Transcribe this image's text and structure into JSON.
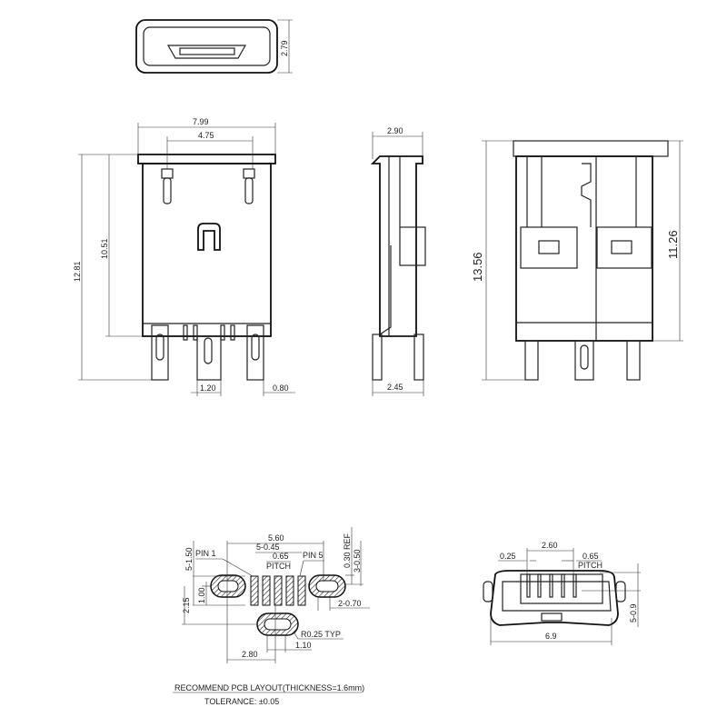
{
  "top_view": {
    "height": "2.79"
  },
  "front_view": {
    "width": "7.99",
    "tab_spacing": "4.75",
    "total_height": "12.81",
    "body_height": "10.51",
    "leg_width": "1.20",
    "pin_width": "0.80"
  },
  "side_view": {
    "width": "2.90",
    "leg_span": "2.45"
  },
  "rear_view": {
    "total_height": "13.56",
    "body_height": "11.26"
  },
  "pcb_layout": {
    "width": "5.60",
    "pad_width": "5-0.45",
    "pitch": "0.65",
    "pitch_label": "PITCH",
    "pin1": "PIN 1",
    "pin5": "PIN 5",
    "pad_length": "5-1.50",
    "ref": "0.30 REF",
    "hole_width": "3-0.50",
    "pad_gap": "1.00",
    "hole_offset": "2.15",
    "slot_width": "2-0.70",
    "radius": "R0.25 TYP",
    "bottom_slot": "1.10",
    "half_width": "2.80",
    "note": "RECOMMEND PCB LAYOUT(THICKNESS=1.6mm)",
    "tolerance": "TOLERANCE: ±0.05"
  },
  "end_view": {
    "pin_width": "0.25",
    "span": "2.60",
    "pitch": "0.65",
    "pitch_label": "PITCH",
    "pin_height": "5-0.9",
    "width": "6.9"
  }
}
